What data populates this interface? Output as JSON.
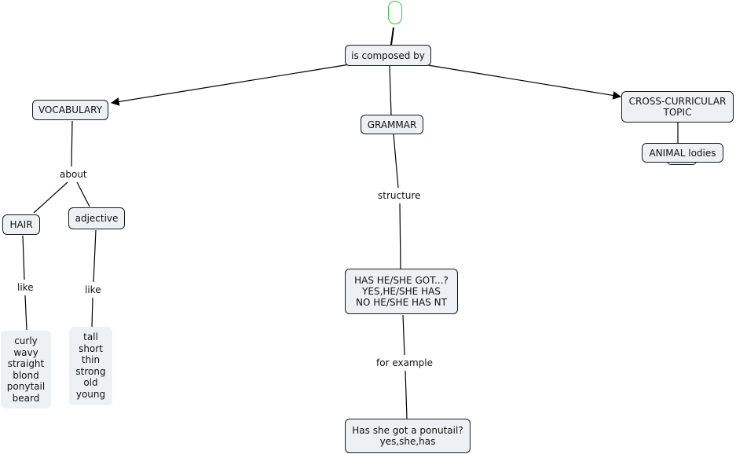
{
  "nodes": {
    "composed": "is composed by",
    "vocabulary": "VOCABULARY",
    "grammar": "GRAMMAR",
    "cross": "CROSS-CURRICULAR\nTOPIC",
    "animal": "ANIMAL lodies",
    "hair": "HAIR",
    "adjective": "adjective",
    "hair_list": "curly\nwavy\nstraight\nblond\nponytail\nbeard",
    "adj_list": "tall\nshort\nthin\nstrong\nold\nyoung",
    "has_got": "HAS HE/SHE GOT...?\nYES,HE/SHE HAS\nNO HE/SHE HAS NT",
    "example": "Has she got a ponutail?\nyes,she,has"
  },
  "links": {
    "about": "about",
    "like_hair": "like",
    "like_adj": "like",
    "structure": "structure",
    "for_example": "for example"
  }
}
